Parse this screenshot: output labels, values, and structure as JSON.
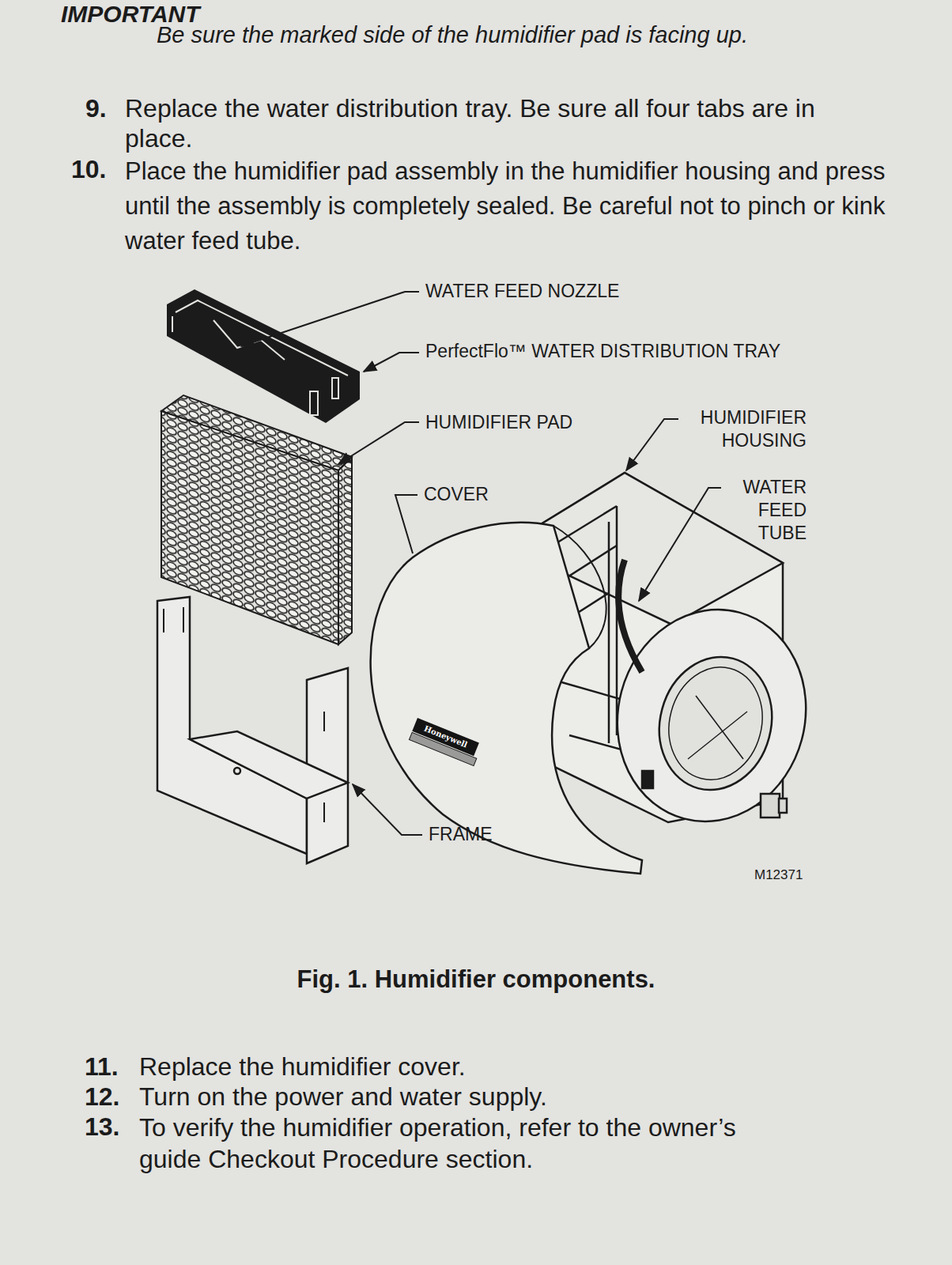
{
  "diagram": {
    "caption": "Fig. 1. Humidifier components.",
    "labels": [
      "IMPORTANT",
      "Be sure the marked side of the humidifier pad is facing up.",
      "9.",
      "Replace the water distribution tray. Be sure all four tabs are in place.",
      "10.",
      "Place the humidifier pad assembly in the humidifier housing and press until the assembly is completely sealed. Be careful not to pinch or kink water feed tube.",
      "WATER FEED NOZZLE",
      "PerfectFlo™ WATER DISTRIBUTION TRAY",
      "HUMIDIFIER PAD",
      "HUMIDIFIER HOUSING",
      "COVER",
      "WATER FEED TUBE",
      "FRAME",
      "Honeywell",
      "M12371",
      "11.",
      "Replace the humidifier cover.",
      "12.",
      "Turn on the power and water supply.",
      "13.",
      "To verify the humidifier operation, refer to the owner’s guide Checkout Procedure section."
    ]
  }
}
